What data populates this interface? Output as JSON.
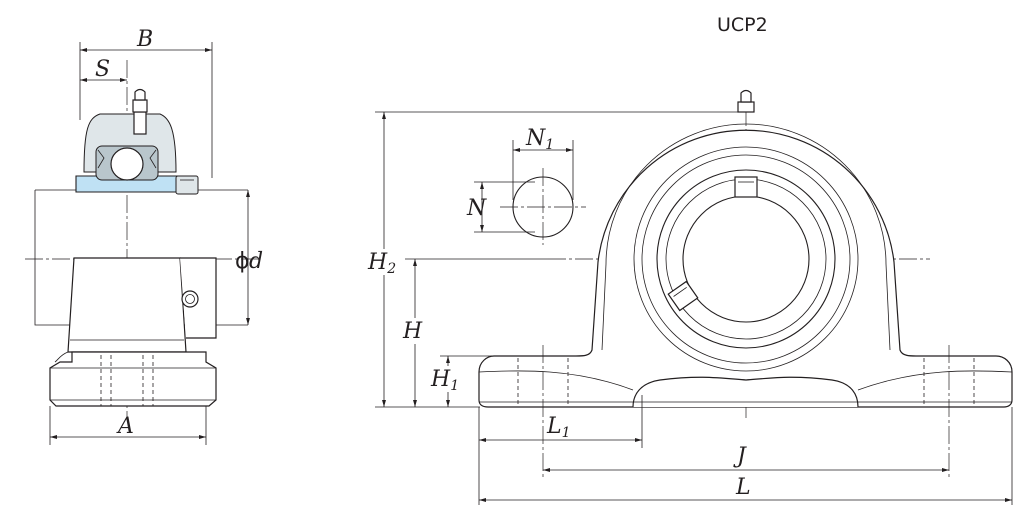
{
  "title": "UCP2",
  "labels": {
    "B": "B",
    "S": "S",
    "phi_d": "ϕ",
    "d": "d",
    "A": "A",
    "N1_main": "N",
    "N1_sub": "1",
    "N": "N",
    "H2_main": "H",
    "H2_sub": "2",
    "H": "H",
    "H1_main": "H",
    "H1_sub": "1",
    "L1_main": "L",
    "L1_sub": "1",
    "J": "J",
    "L": "L"
  },
  "colors": {
    "housing_base": "#bfe1f4",
    "bearing_grey": "#b9c6cc",
    "line": "#231f20"
  },
  "icons": {
    "grease-nipple": "grease-nipple-icon",
    "set-screw": "set-screw-icon"
  }
}
